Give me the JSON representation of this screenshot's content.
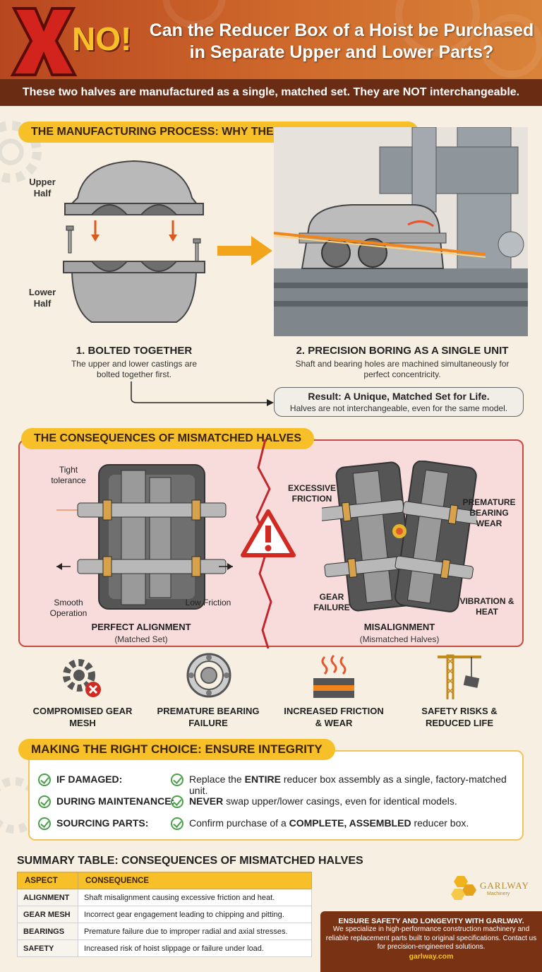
{
  "header": {
    "no_word": "NO!",
    "title": "Can the Reducer Box of a Hoist be Purchased in Separate Upper and Lower Parts?",
    "subtitle": "These two halves are manufactured as a single, matched set. They are NOT interchangeable."
  },
  "process": {
    "heading": "THE MANUFACTURING PROCESS: WHY THEY ARE A MATCHED PAIR",
    "upper_label": "Upper Half",
    "lower_label": "Lower Half",
    "step1_title": "1. BOLTED TOGETHER",
    "step1_desc": "The upper and lower castings are bolted together first.",
    "step2_title": "2. PRECISION BORING AS A SINGLE UNIT",
    "step2_desc": "Shaft and bearing holes are machined simultaneously for perfect concentricity.",
    "result_title": "Result: A Unique, Matched Set for Life.",
    "result_sub": "Halves are not interchangeable, even for the same model."
  },
  "consequences": {
    "heading": "THE CONSEQUENCES OF MISMATCHED HALVES",
    "left": {
      "tight": "Tight tolerance",
      "smooth": "Smooth Operation",
      "low": "Low Friction",
      "title": "PERFECT ALIGNMENT",
      "sub": "(Matched Set)"
    },
    "right": {
      "excessive": "EXCESSIVE FRICTION",
      "premature": "PREMATURE BEARING WEAR",
      "gear": "GEAR FAILURE",
      "vibration": "VIBRATION & HEAT",
      "title": "MISALIGNMENT",
      "sub": "(Mismatched Halves)"
    }
  },
  "icons": [
    {
      "label": "COMPROMISED GEAR MESH",
      "icon": "gear-x-icon"
    },
    {
      "label": "PREMATURE BEARING FAILURE",
      "icon": "bearing-icon"
    },
    {
      "label": "INCREASED FRICTION & WEAR",
      "icon": "friction-heat-icon"
    },
    {
      "label": "SAFETY RISKS & REDUCED LIFE",
      "icon": "crane-icon"
    }
  ],
  "choice": {
    "heading": "MAKING THE RIGHT CHOICE: ENSURE INTEGRITY",
    "rows": [
      {
        "label": "IF DAMAGED:",
        "pre": "Replace the ",
        "bold": "ENTIRE",
        "post": " reducer box assembly as a single, factory-matched unit."
      },
      {
        "label": "DURING MAINTENANCE:",
        "pre": "",
        "bold": "NEVER",
        "post": " swap upper/lower casings, even for identical models."
      },
      {
        "label": "SOURCING PARTS:",
        "pre": "Confirm purchase of a ",
        "bold": "COMPLETE, ASSEMBLED",
        "post": " reducer box."
      }
    ]
  },
  "summary": {
    "title": "SUMMARY TABLE: CONSEQUENCES OF MISMATCHED HALVES",
    "columns": [
      "ASPECT",
      "CONSEQUENCE"
    ],
    "rows": [
      [
        "ALIGNMENT",
        "Shaft misalignment causing excessive friction and heat."
      ],
      [
        "GEAR MESH",
        "Incorrect gear engagement leading to chipping and pitting."
      ],
      [
        "BEARINGS",
        "Premature failure due to improper radial and axial stresses."
      ],
      [
        "SAFETY",
        "Increased risk of hoist slippage or failure under load."
      ]
    ]
  },
  "footer": {
    "brand": "GARLWAY",
    "brand_sub": "Machinery",
    "line1": "ENSURE SAFETY AND LONGEVITY WITH GARLWAY.",
    "line2": "We specialize in high-performance construction machinery and reliable replacement parts built to original specifications. Contact us for precision-engineered solutions.",
    "url": "garlway.com"
  },
  "colors": {
    "accent": "#f7c028",
    "header": "#c0562a",
    "danger": "#c64b42",
    "check": "#4aa04a"
  }
}
